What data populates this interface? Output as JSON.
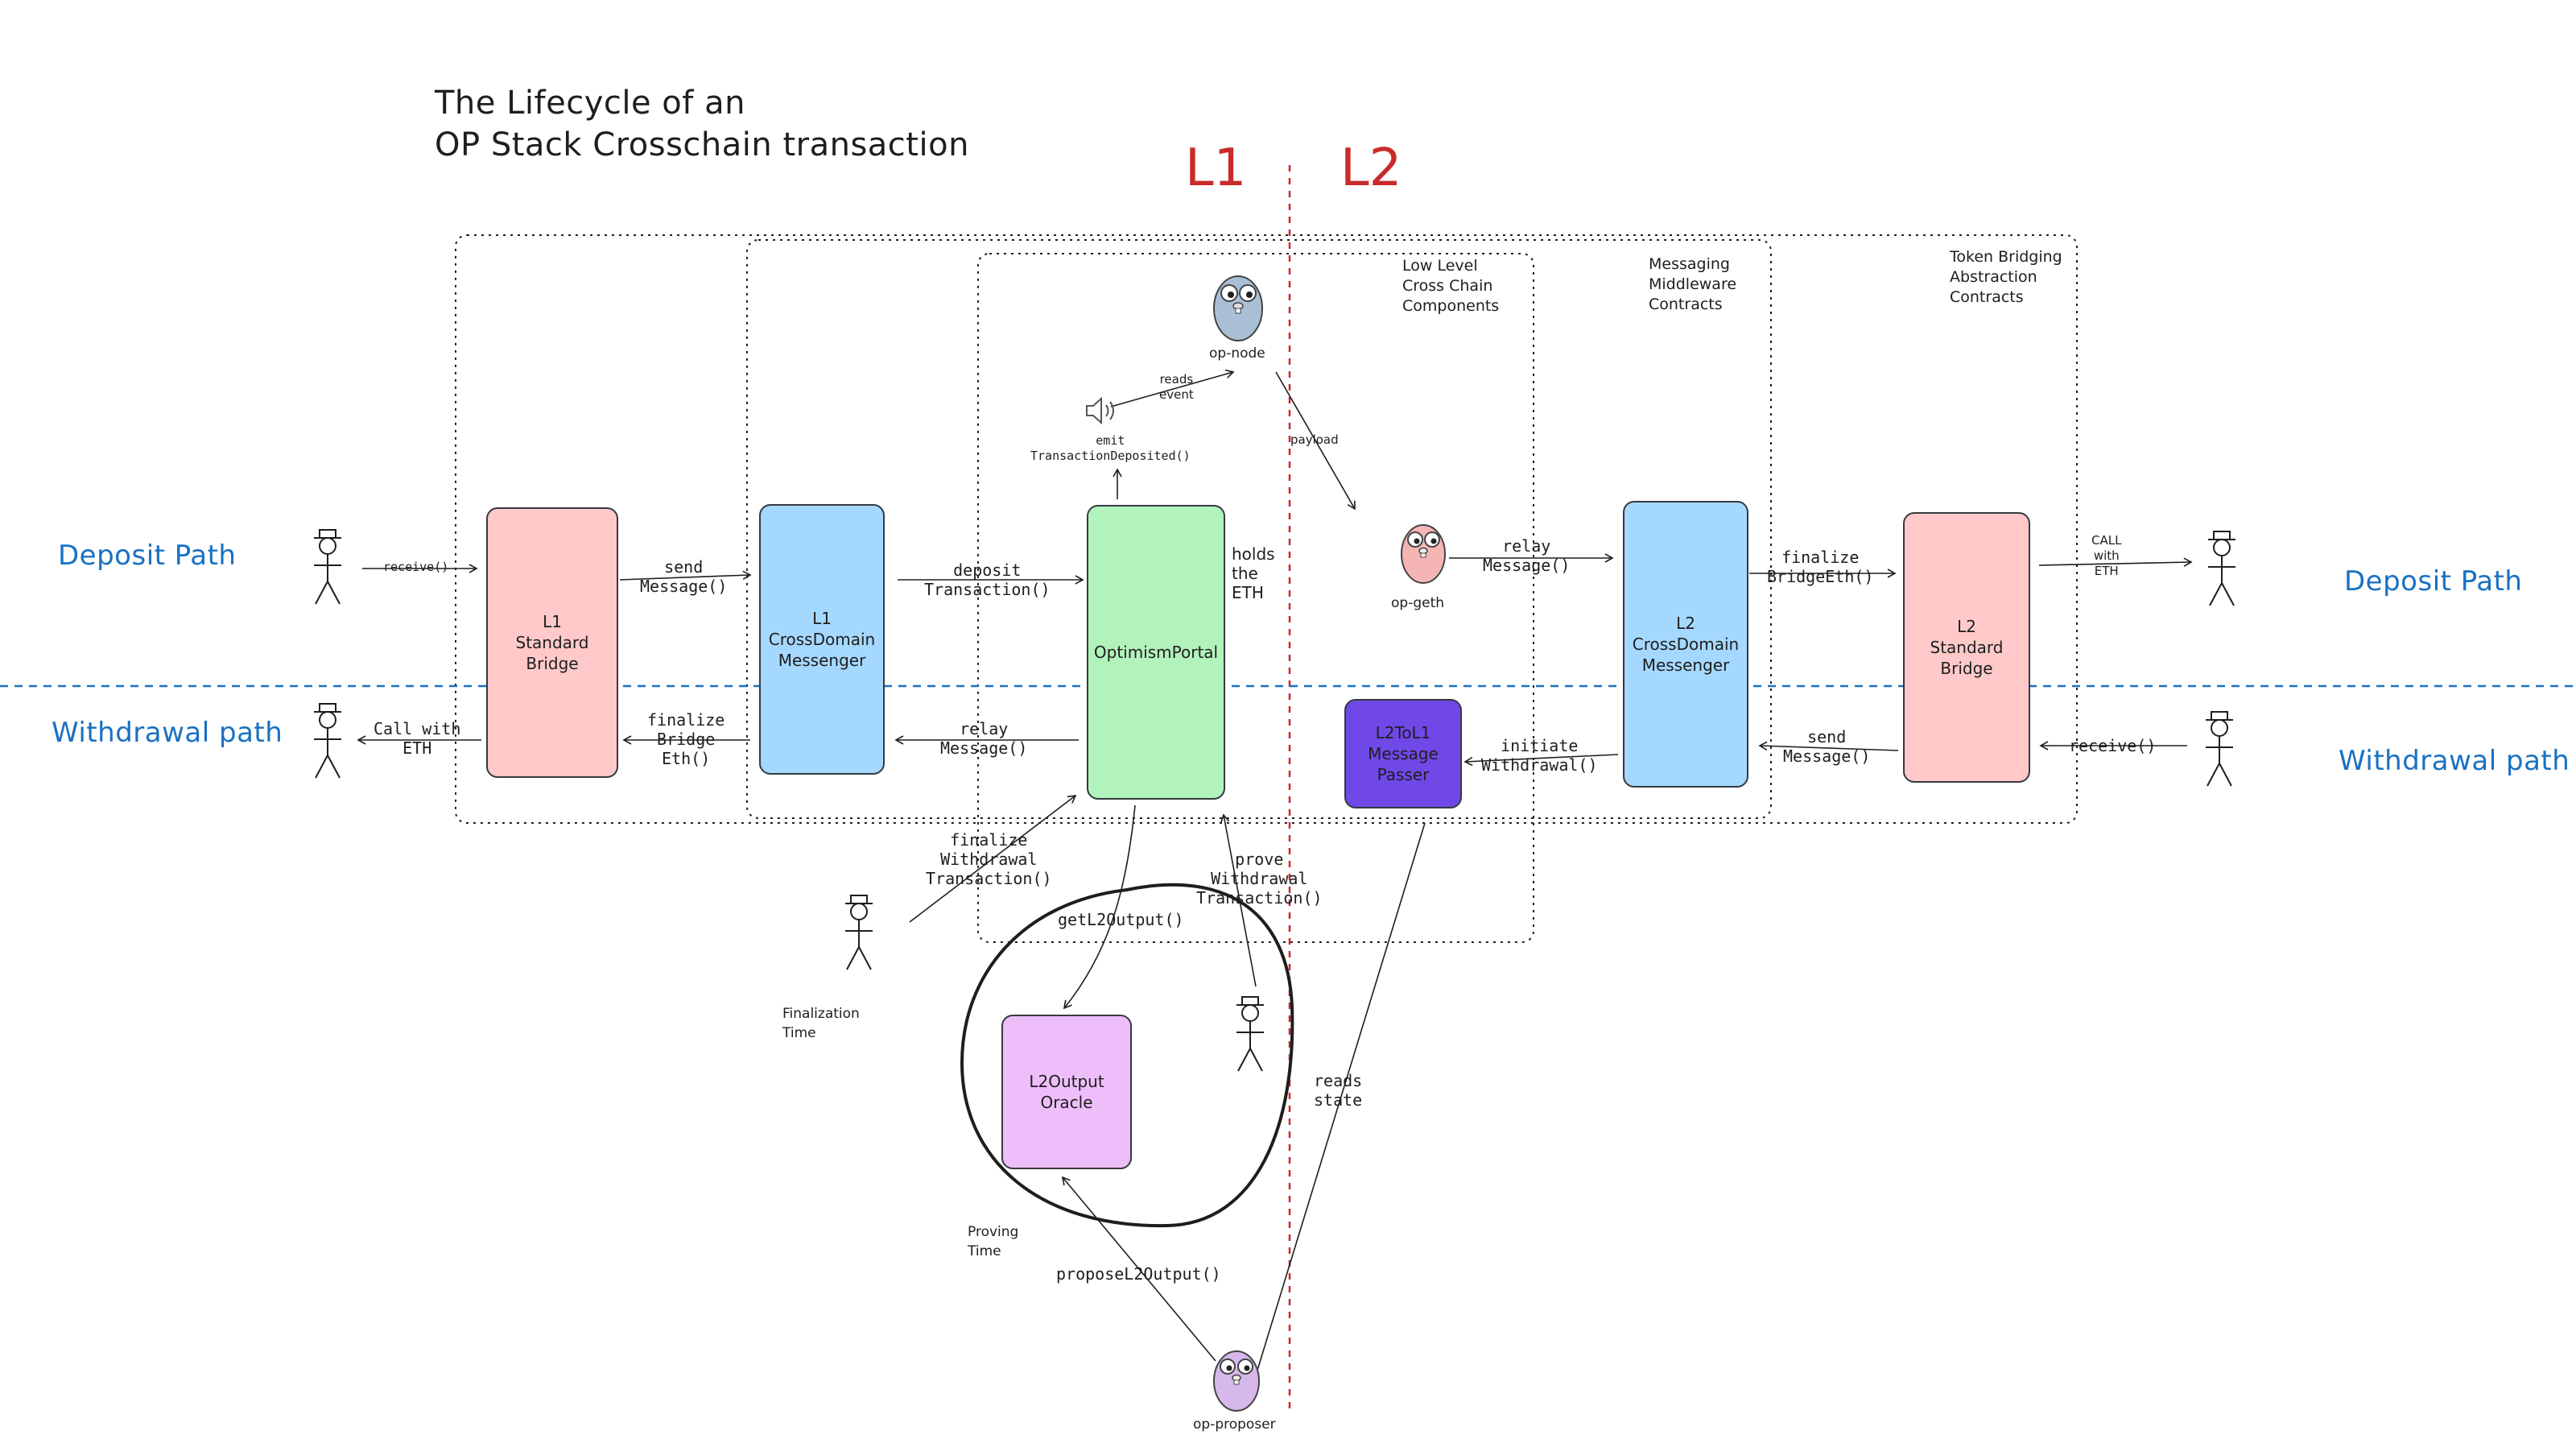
{
  "title": {
    "line1": "The Lifecycle of an",
    "line2": "OP Stack Crosschain transaction"
  },
  "chain_labels": {
    "l1": "L1",
    "l2": "L2"
  },
  "paths": {
    "deposit_left": "Deposit Path",
    "deposit_right": "Deposit Path",
    "withdrawal_left": "Withdrawal path",
    "withdrawal_right": "Withdrawal path"
  },
  "groups": {
    "low_level": "Low Level\nCross Chain\nComponents",
    "messaging": "Messaging\nMiddleware\nContracts",
    "token": "Token Bridging\nAbstraction\nContracts"
  },
  "components": {
    "l1_standard_bridge": "L1\nStandard\nBridge",
    "l1_crossdomain_messenger": "L1\nCrossDomain\nMessenger",
    "optimism_portal": "OptimismPortal",
    "l2_crossdomain_messenger": "L2\nCrossDomain\nMessenger",
    "l2_standard_bridge": "L2\nStandard\nBridge",
    "l2tol1_message_passer": "L2ToL1\nMessage\nPasser",
    "l2output_oracle": "L2Output\nOracle"
  },
  "actors": {
    "op_node": "op-node",
    "op_geth": "op-geth",
    "op_proposer": "op-proposer",
    "finalization_time": "Finalization\nTime",
    "proving_time": "Proving\nTime"
  },
  "edges": {
    "receive_left": "receive()",
    "send_message_l1": "send\nMessage()",
    "deposit_transaction": "deposit\nTransaction()",
    "holds_eth": "holds\nthe\nETH",
    "emit_event": "emit\nTransactionDeposited()",
    "reads_event": "reads\nevent",
    "payload": "payload",
    "relay_message_l2": "relay\nMessage()",
    "finalize_bridge_eth_l2": "finalize\nBridgeEth()",
    "call_with_eth_right": "CALL\nwith\nETH",
    "call_with_eth_left": "Call with\nETH",
    "finalize_bridge_eth_l1": "finalize\nBridge\nEth()",
    "relay_message_l1": "relay\nMessage()",
    "initiate_withdrawal": "initiate\nWithdrawal()",
    "send_message_l2": "send\nMessage()",
    "receive_right": "receive()",
    "finalize_withdrawal": "finalize\nWithdrawal\nTransaction()",
    "prove_withdrawal": "prove\nWithdrawal\nTransaction()",
    "get_l2_output": "getL2Output()",
    "reads_state": "reads\nstate",
    "propose_l2_output": "proposeL2Output()"
  },
  "colors": {
    "bridge_pink": "#ffc9c9",
    "messenger_blue": "#a5d8ff",
    "portal_green": "#b2f2bb",
    "passer_purple": "#7048e8",
    "oracle_lilac": "#eebefa",
    "divider_red": "#c92a2a",
    "path_blue": "#1971c2"
  },
  "icons": {
    "user": "stick-figure-icon",
    "gopher": "gopher-mascot-icon",
    "speaker": "speaker-icon"
  }
}
